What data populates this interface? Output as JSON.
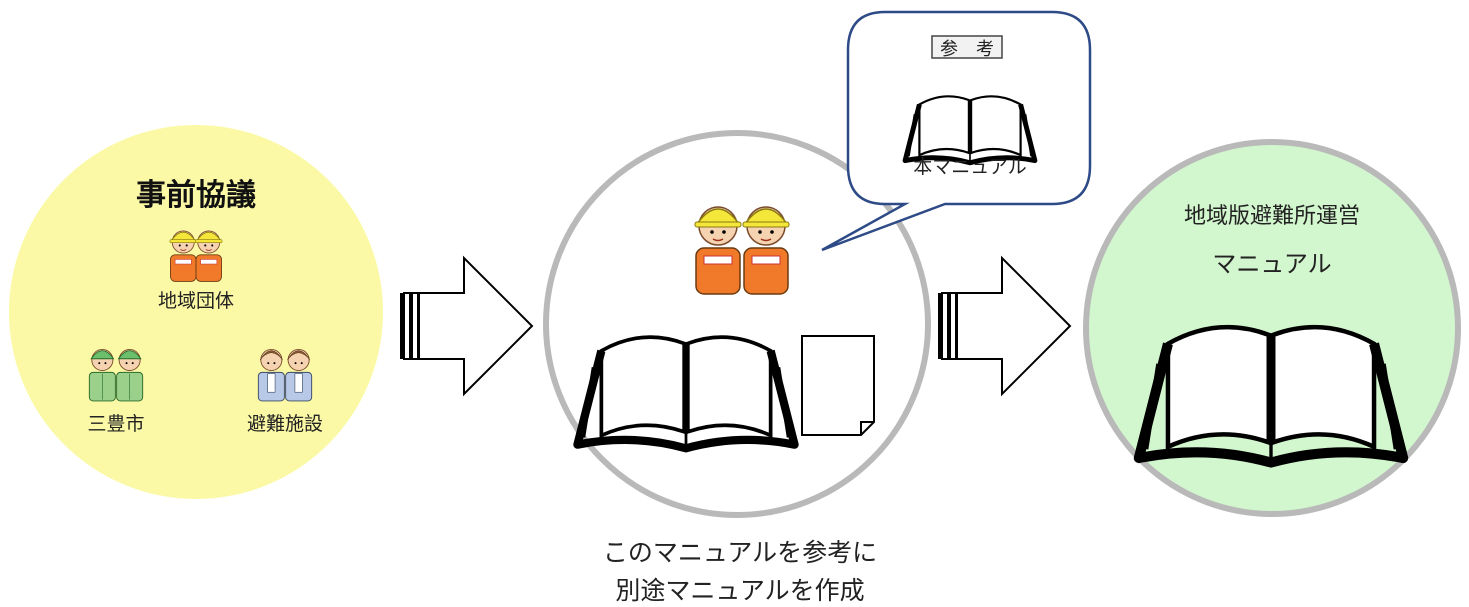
{
  "left_circle": {
    "title": "事前協議",
    "groups": {
      "community": "地域団体",
      "city": "三豊市",
      "facility": "避難施設"
    }
  },
  "center": {
    "callout_tag": "参　考",
    "callout_book": "本マニュアル",
    "caption_line1": "このマニュアルを参考に",
    "caption_line2": "別途マニュアルを作成"
  },
  "right_circle": {
    "line1": "地域版避難所運営",
    "line2": "マニュアル"
  },
  "colors": {
    "left_fill": "#fbf9a5",
    "right_fill": "#d2f6cd",
    "ring": "#b9b9b9",
    "callout_border": "#2e4b88",
    "vest_orange": "#f07a2a",
    "helmet_yellow": "#f5e63a",
    "worker_green": "#9bd08a"
  }
}
